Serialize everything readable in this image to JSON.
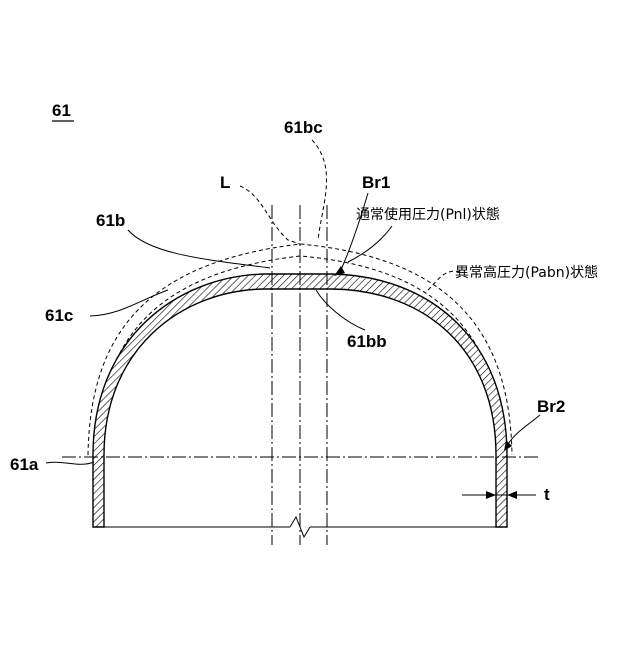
{
  "figure": {
    "figure_ref": "61",
    "labels": {
      "bc": "61bc",
      "L": "L",
      "br1": "Br1",
      "b": "61b",
      "c": "61c",
      "bb": "61bb",
      "br2": "Br2",
      "a": "61a",
      "t": "t"
    },
    "states": {
      "normal": "通常使用圧力(Pnl)状態",
      "abnormal": "異常高圧力(Pabn)状態"
    }
  }
}
